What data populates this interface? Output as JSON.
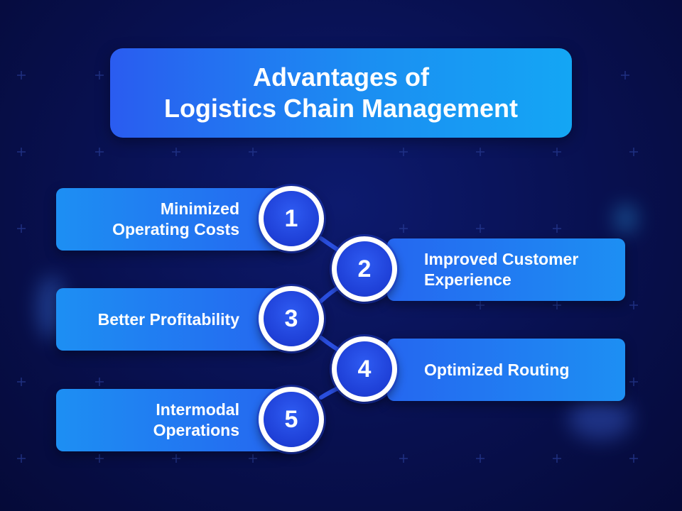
{
  "title": {
    "line1": "Advantages of",
    "line2": "Logistics Chain Management"
  },
  "items": [
    {
      "number": "1",
      "label_lines": [
        "Minimized",
        "Operating Costs"
      ],
      "side": "left"
    },
    {
      "number": "2",
      "label_lines": [
        "Improved Customer",
        "Experience"
      ],
      "side": "right"
    },
    {
      "number": "3",
      "label_lines": [
        "Better Profitability"
      ],
      "side": "left"
    },
    {
      "number": "4",
      "label_lines": [
        "Optimized Routing"
      ],
      "side": "right"
    },
    {
      "number": "5",
      "label_lines": [
        "Intermodal",
        "Operations"
      ],
      "side": "left"
    }
  ],
  "colors": {
    "background": "#08104f",
    "pill_light": "#1d8ff3",
    "pill_dark": "#2567f0",
    "circle": "#1e3fd6",
    "ring": "#ffffff",
    "connector": "#2a4fe0"
  }
}
